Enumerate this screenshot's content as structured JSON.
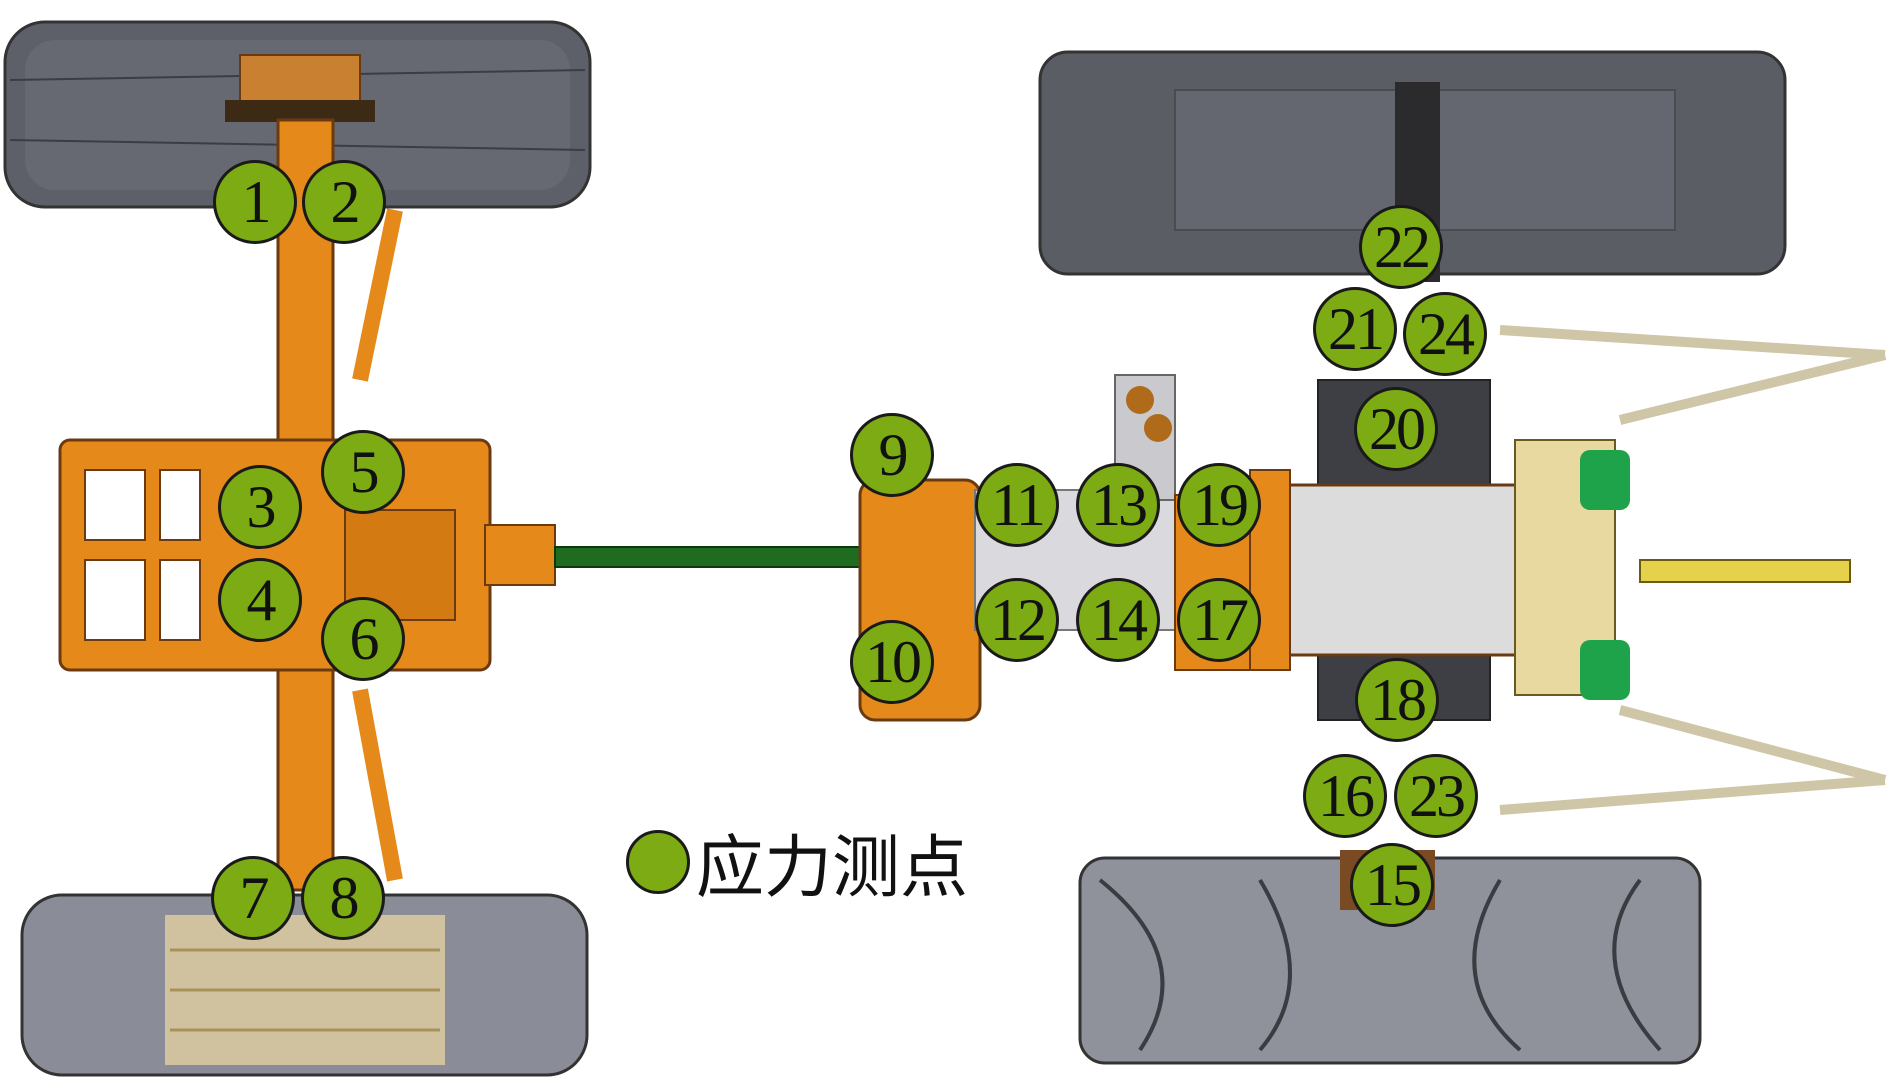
{
  "legend": {
    "label": "应力测点"
  },
  "colors": {
    "marker_fill": "#7cab14",
    "chassis": "#e58a1a",
    "tire": "#5a5d64",
    "shaft": "#1f6b1f"
  },
  "markers": [
    "1",
    "2",
    "3",
    "4",
    "5",
    "6",
    "7",
    "8",
    "9",
    "10",
    "11",
    "12",
    "13",
    "14",
    "15",
    "16",
    "17",
    "18",
    "19",
    "20",
    "21",
    "22",
    "23",
    "24"
  ]
}
